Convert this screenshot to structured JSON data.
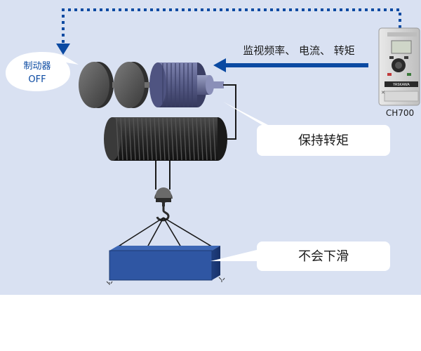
{
  "brake_bubble": {
    "line1": "制动器",
    "line2": "OFF"
  },
  "monitor_label": "监视频率、 电流、 转矩",
  "inverter": {
    "model_label": "CH700",
    "brand_text": "YASKAWA"
  },
  "callouts": {
    "hold_torque": "保持转矩",
    "no_slide": "不会下滑"
  },
  "colors": {
    "panel_bg": "#d9e1f2",
    "arrow_blue": "#0b4aa2",
    "load_block": "#2f56a3",
    "motor_body": "#5a5f8c",
    "drum": "#2b2b2b"
  }
}
